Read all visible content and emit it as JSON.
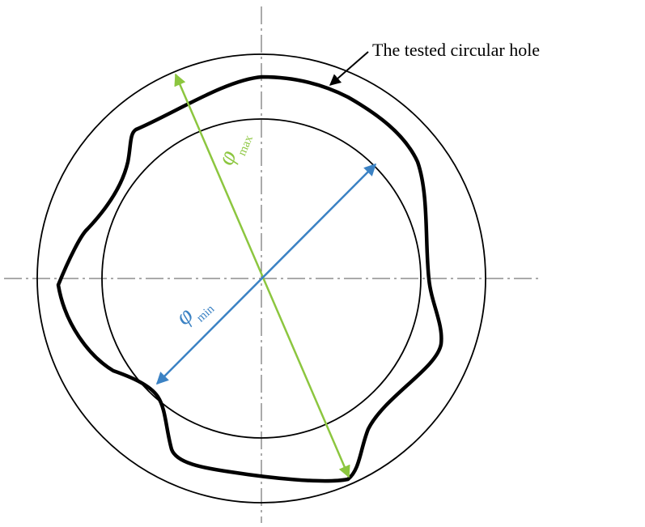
{
  "diagram": {
    "callout_label": "The tested circular hole",
    "phi_symbol": "φ",
    "max_subscript": "max",
    "min_subscript": "min",
    "colors": {
      "max_arrow": "#8cc63f",
      "min_arrow": "#3b82c4",
      "outline": "#000000",
      "centerline": "#555555"
    }
  }
}
